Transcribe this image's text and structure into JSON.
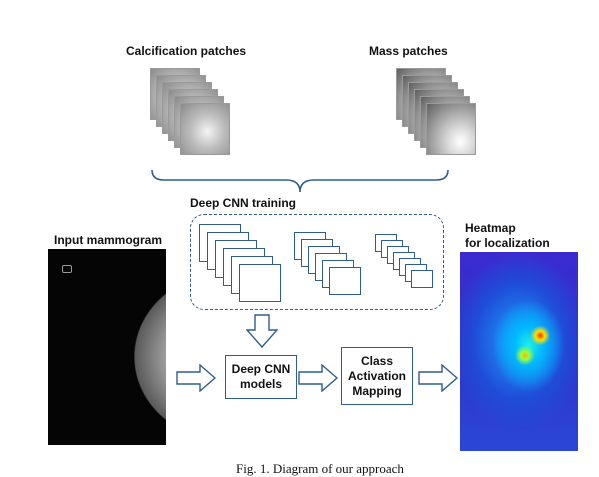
{
  "labels": {
    "calcification": "Calcification patches",
    "mass": "Mass patches",
    "training": "Deep CNN training",
    "input": "Input mammogram",
    "heatmap_line1": "Heatmap",
    "heatmap_line2": "for localization"
  },
  "boxes": {
    "models_line1": "Deep CNN",
    "models_line2": "models",
    "cam_line1": "Class",
    "cam_line2": "Activation",
    "cam_line3": "Mapping"
  },
  "caption": "Fig. 1.  Diagram of our approach"
}
